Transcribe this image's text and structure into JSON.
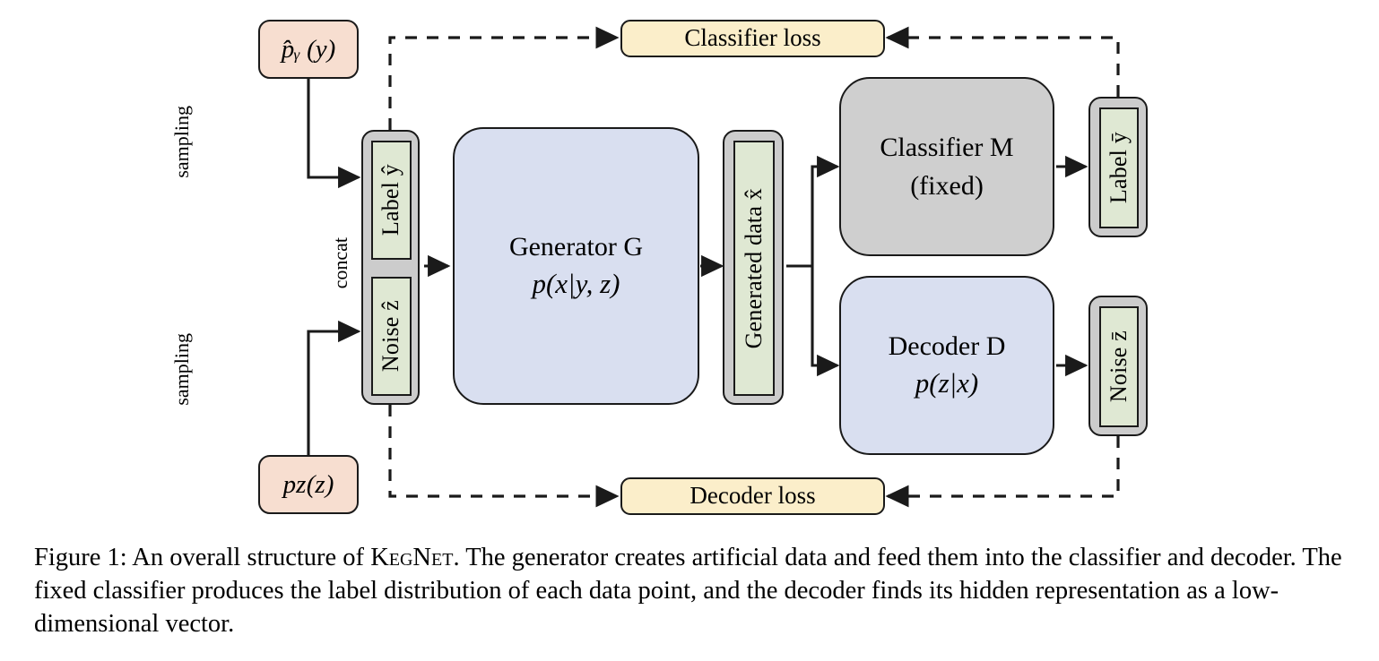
{
  "figure": {
    "number": "Figure 1:",
    "caption_full": "Figure 1: An overall structure of KegNet. The generator creates artificial data and feed them into the classifier and decoder. The fixed classifier produces the label distribution of each data point, and the decoder finds its hidden representation as a low-dimensional vector.",
    "caption_part_1": "An overall structure of ",
    "caption_smallcaps_term": "KegNet",
    "caption_part_2": ". The generator creates artificial data and feed them into the classifier and decoder. The fixed classifier produces the label distribution of each data point, and the decoder finds its hidden representation as a low-dimensional vector."
  },
  "nodes": {
    "label_prior": {
      "text": "p̂ᵧ (y)",
      "role": "distribution"
    },
    "noise_prior": {
      "text": "pᴢ(z)",
      "role": "distribution"
    },
    "label_slot": {
      "text": "Label ŷ",
      "role": "vector-slot"
    },
    "noise_slot": {
      "text": "Noise ẑ",
      "role": "vector-slot"
    },
    "generator": {
      "title": "Generator G",
      "formula": "p(x|y, z)",
      "role": "model"
    },
    "generated_data": {
      "text": "Generated data x̂",
      "role": "vector-slot"
    },
    "classifier": {
      "title": "Classifier  M",
      "subtitle": "(fixed)",
      "role": "model-fixed"
    },
    "decoder": {
      "title": "Decoder D",
      "formula": "p(z|x)",
      "role": "model"
    },
    "out_label": {
      "text": "Label ȳ",
      "role": "vector-slot"
    },
    "out_noise": {
      "text": "Noise z̄",
      "role": "vector-slot"
    },
    "classifier_loss": {
      "text": "Classifier loss",
      "role": "loss"
    },
    "decoder_loss": {
      "text": "Decoder loss",
      "role": "loss"
    }
  },
  "edge_labels": {
    "sampling_top": "sampling",
    "sampling_bottom": "sampling",
    "concat": "concat"
  },
  "colors": {
    "distribution_fill": "#f7ded0",
    "model_blue_fill": "#d9dff0",
    "model_gray_fill": "#cfcfcf",
    "loss_fill": "#fbeeca",
    "vector_wrapper_fill": "#cccccc",
    "vector_slot_fill": "#dfe8d3",
    "stroke": "#1a1a1a",
    "background": "#ffffff"
  }
}
